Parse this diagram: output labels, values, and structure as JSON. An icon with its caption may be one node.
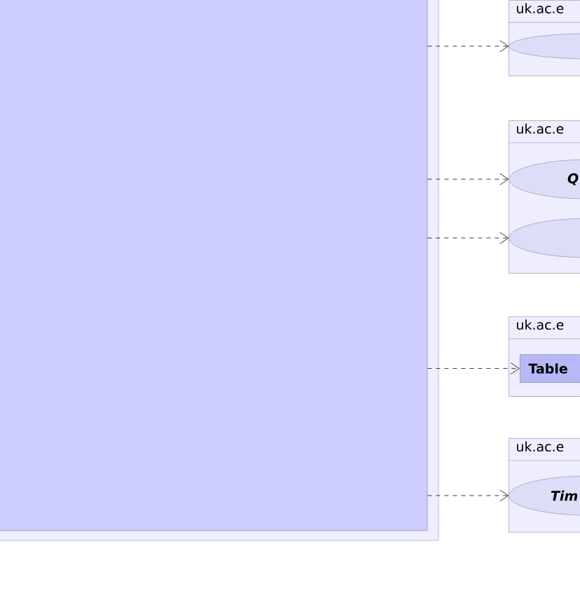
{
  "diagram": {
    "nodes": [
      {
        "text": [],
        "shape": "box"
      },
      {
        "text": [],
        "shape": "box",
        "in": 0
      },
      {
        "text": [
          "uk.ac.e"
        ]
      },
      {
        "text": [],
        "shape": "ellipse",
        "in": 2
      },
      {
        "text": [
          "uk.ac.e"
        ]
      },
      {
        "text": [
          "Q"
        ],
        "in": 4
      },
      {
        "text": [],
        "shape": "ellipse",
        "in": 4
      },
      {
        "text": [
          "uk.ac.e"
        ]
      },
      {
        "text": [
          "Table"
        ],
        "in": 7
      },
      {
        "text": [
          "uk.ac.e"
        ]
      },
      {
        "text": [
          "Tim"
        ],
        "in": 9
      }
    ],
    "edges": [
      {
        "from": 1,
        "to": 3,
        "arrow": "to",
        "style": "dashed"
      },
      {
        "from": 1,
        "to": 5,
        "arrow": "to",
        "style": "dashed"
      },
      {
        "from": 1,
        "to": 6,
        "arrow": "to",
        "style": "dashed"
      },
      {
        "from": 1,
        "to": 8,
        "arrow": "to",
        "style": "dashed"
      },
      {
        "from": 1,
        "to": 10,
        "arrow": "to",
        "style": "dashed"
      }
    ]
  }
}
